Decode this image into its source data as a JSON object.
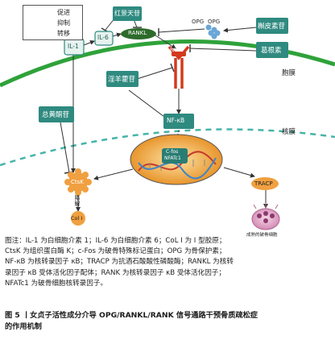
{
  "legend": {
    "promote": "促进",
    "inhibit": "抑制",
    "transfer": "转移"
  },
  "nodes": {
    "il1": "IL-1",
    "il6": "IL-6",
    "red_factor": "红景天苷",
    "rankl": "RANKL",
    "opg_1": "OPG",
    "opg_2": "OPG",
    "rank": "RANK",
    "kaempferol": "槲皮素苷",
    "puerarin": "葛根素",
    "icariin": "淫羊藿苷",
    "total_flavonoids": "总黄酮苷",
    "membrane": "胞膜",
    "nuclear_membrane": "核膜",
    "nfkb": "NF-κB",
    "nucleus_line1": "C-fos",
    "nucleus_line2": "NFATc1",
    "ctsk": "CtsK",
    "degrade": "降解",
    "col1": "Col Ⅰ",
    "tracp": "TRACP",
    "mature_osteoclast": "成熟的破骨细胞"
  },
  "caption": {
    "lines": [
      "图注：IL-1 为白细胞介素 1；IL-6 为白细胞介素 6；CoL Ⅰ 为 Ⅰ 型胶原；",
      "CtsK 为组织蛋白酶 K；c-Fos 为破骨特殊标记蛋白；OPG 为骨保护素；",
      "NF-κB 为核转录因子 κB；TRACP 为抗酒石酸酸性磷酸酶；RANKL 为核转",
      "录因子 κB 受体活化因子配体；RANK 为核转录因子 κB 受体活化因子；",
      "NFATc1 为破骨细胞核转录因子。"
    ],
    "title_line1": "图 5 丨女贞子活性成分介导 OPG/RANKL/RANK 信号通路干预骨质疏松症",
    "title_line2": "的作用机制"
  },
  "colors": {
    "herb_box": "#2f8a80",
    "membrane": "#2fa23a",
    "nuclear_membrane": "#46b4a8",
    "rankl_fill": "#2e6b2b",
    "rank_color": "#d33a1e",
    "nucleus_fill": "#f0a43a",
    "tracp_fill": "#f0a040"
  }
}
